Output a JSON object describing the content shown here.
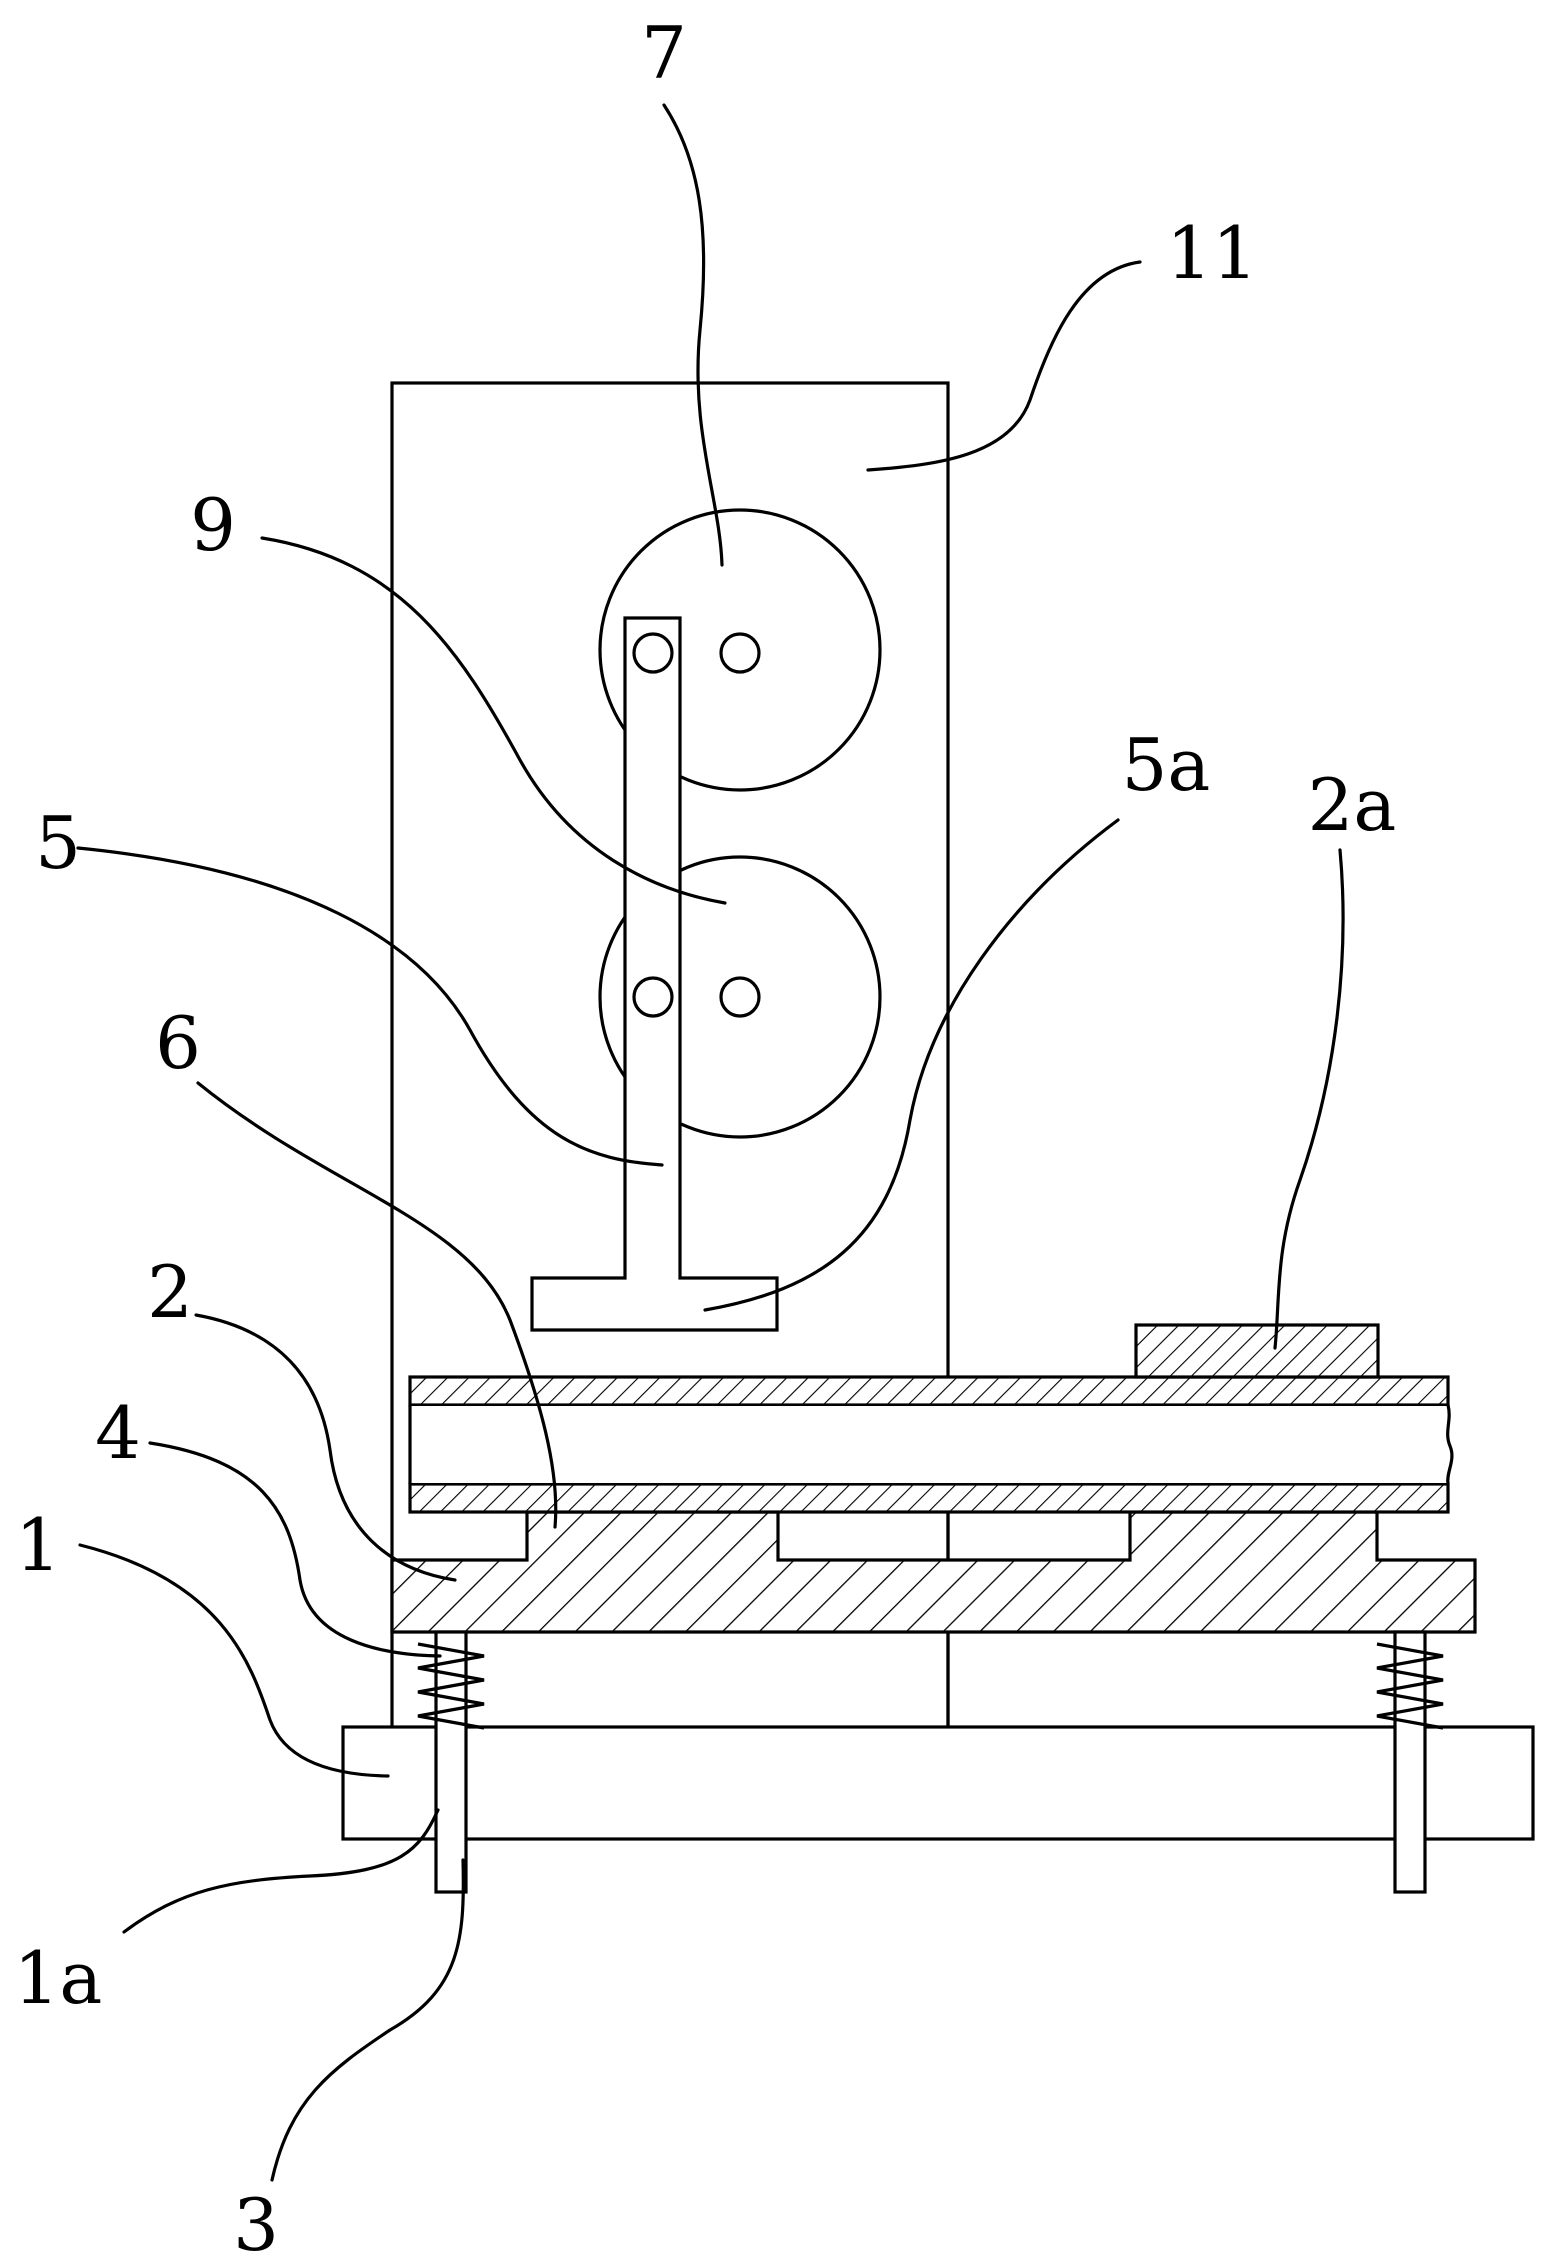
{
  "labels": {
    "l7": "7",
    "l11": "11",
    "l9": "9",
    "l5a": "5a",
    "l2a": "2a",
    "l5": "5",
    "l6": "6",
    "l2": "2",
    "l4": "4",
    "l1": "1",
    "l1a": "1a",
    "l3": "3"
  }
}
